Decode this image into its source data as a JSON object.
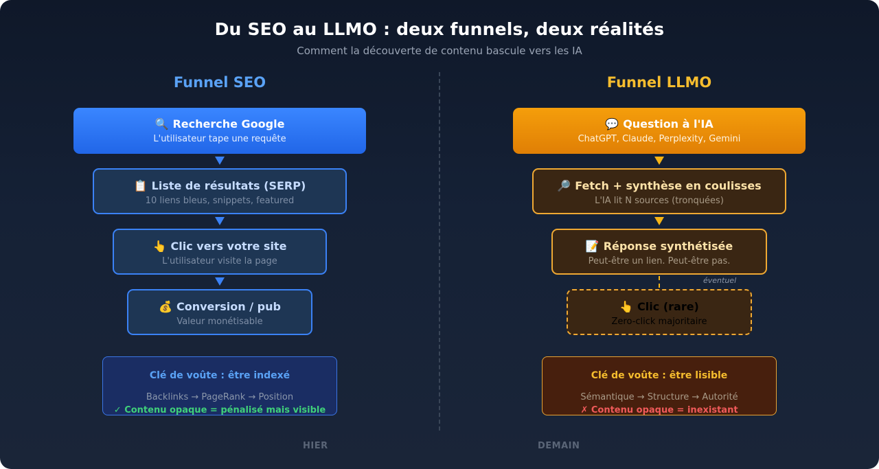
{
  "header": {
    "title": "Du SEO au LLMO : deux funnels, deux réalités",
    "subtitle": "Comment la découverte de contenu bascule vers les IA"
  },
  "seo": {
    "title": "Funnel SEO",
    "steps": [
      {
        "icon": "🔍",
        "icon_name": "magnifier-icon",
        "title": "Recherche Google",
        "subtitle": "L'utilisateur tape une requête"
      },
      {
        "icon": "📋",
        "icon_name": "clipboard-icon",
        "title": "Liste de résultats (SERP)",
        "subtitle": "10 liens bleus, snippets, featured"
      },
      {
        "icon": "👆",
        "icon_name": "pointing-hand-icon",
        "title": "Clic vers votre site",
        "subtitle": "L'utilisateur visite la page"
      },
      {
        "icon": "💰",
        "icon_name": "money-bag-icon",
        "title": "Conversion / pub",
        "subtitle": "Valeur monétisable"
      }
    ],
    "key": {
      "title": "Clé de voûte : être indexé",
      "factors": "Backlinks → PageRank → Position",
      "note": "✓ Contenu opaque = pénalisé mais visible"
    },
    "footer": "HIER",
    "color": "#3b82f6"
  },
  "llmo": {
    "title": "Funnel LLMO",
    "steps": [
      {
        "icon": "💬",
        "icon_name": "speech-bubble-icon",
        "title": "Question à l'IA",
        "subtitle": "ChatGPT, Claude, Perplexity, Gemini"
      },
      {
        "icon": "🔎",
        "icon_name": "magnifier-icon",
        "title": "Fetch + synthèse en coulisses",
        "subtitle": "L'IA lit N sources (tronquées)"
      },
      {
        "icon": "📝",
        "icon_name": "memo-icon",
        "title": "Réponse synthétisée",
        "subtitle": "Peut-être un lien. Peut-être pas."
      },
      {
        "icon": "👆",
        "icon_name": "pointing-hand-icon",
        "title": "Clic (rare)",
        "subtitle": "Zero-click majoritaire"
      }
    ],
    "optional_label": "éventuel",
    "key": {
      "title": "Clé de voûte : être lisible",
      "factors": "Sémantique → Structure → Autorité",
      "note": "✗ Contenu opaque = inexistant"
    },
    "footer": "DEMAIN",
    "color": "#f5a623"
  }
}
